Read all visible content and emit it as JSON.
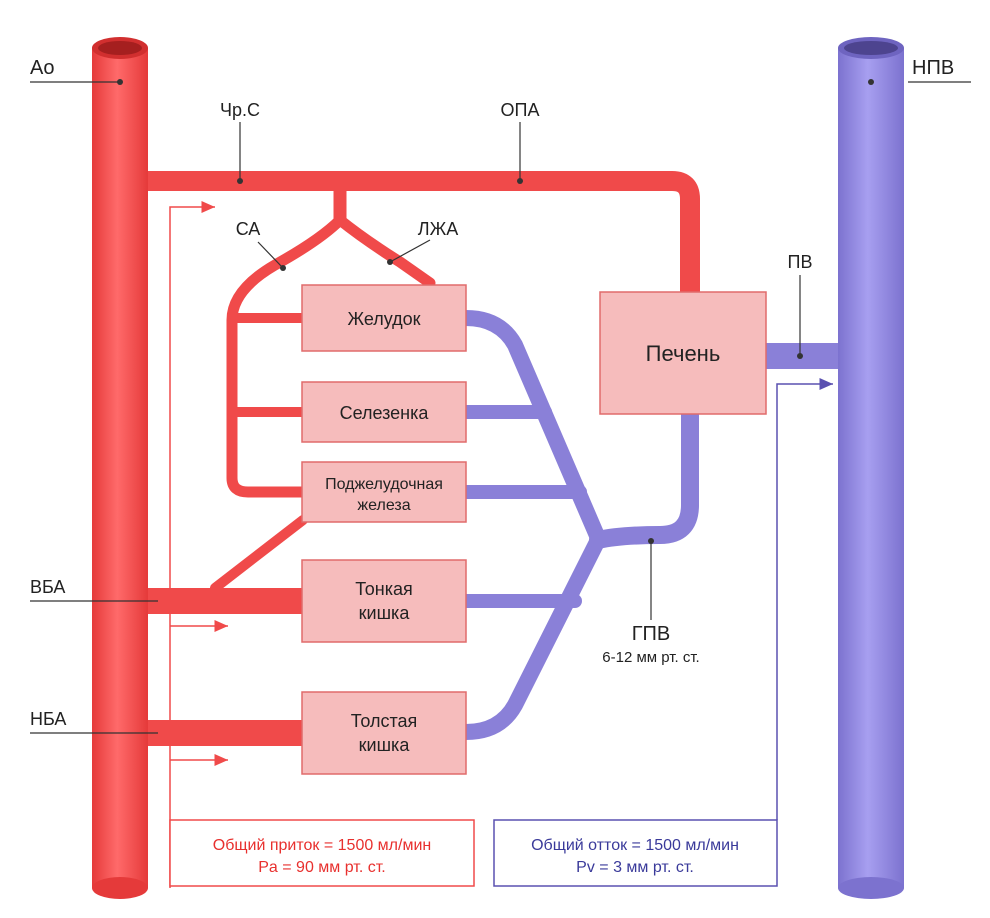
{
  "labels": {
    "aorta": "Ао",
    "ivc": "НПВ",
    "celiac": "Чр.С",
    "hepatic_artery": "ОПА",
    "splenic_artery": "СА",
    "left_gastric_artery": "ЛЖА",
    "hepatic_vein": "ПВ",
    "superior_mesenteric_artery": "ВБА",
    "inferior_mesenteric_artery": "НБА",
    "portal_vein": "ГПВ",
    "portal_pressure": "6-12 мм рт. ст."
  },
  "organs": {
    "stomach": "Желудок",
    "spleen": "Селезенка",
    "pancreas_line1": "Поджелудочная",
    "pancreas_line2": "железа",
    "small_intestine_line1": "Тонкая",
    "small_intestine_line2": "кишка",
    "colon_line1": "Толстая",
    "colon_line2": "кишка",
    "liver": "Печень"
  },
  "inflow": {
    "line1": "Общий приток = 1500 мл/мин",
    "line2": "Pa = 90 мм рт. ст."
  },
  "outflow": {
    "line1": "Общий отток = 1500 мл/мин",
    "line2": "Pv = 3 мм рт. ст."
  },
  "colors": {
    "artery": "#f04a4a",
    "vein": "#8a80d8",
    "organ_fill": "#f6bcbc",
    "organ_stroke": "#e06b6b",
    "inflow_text": "#e8302e",
    "outflow_text": "#3a3a9a"
  }
}
